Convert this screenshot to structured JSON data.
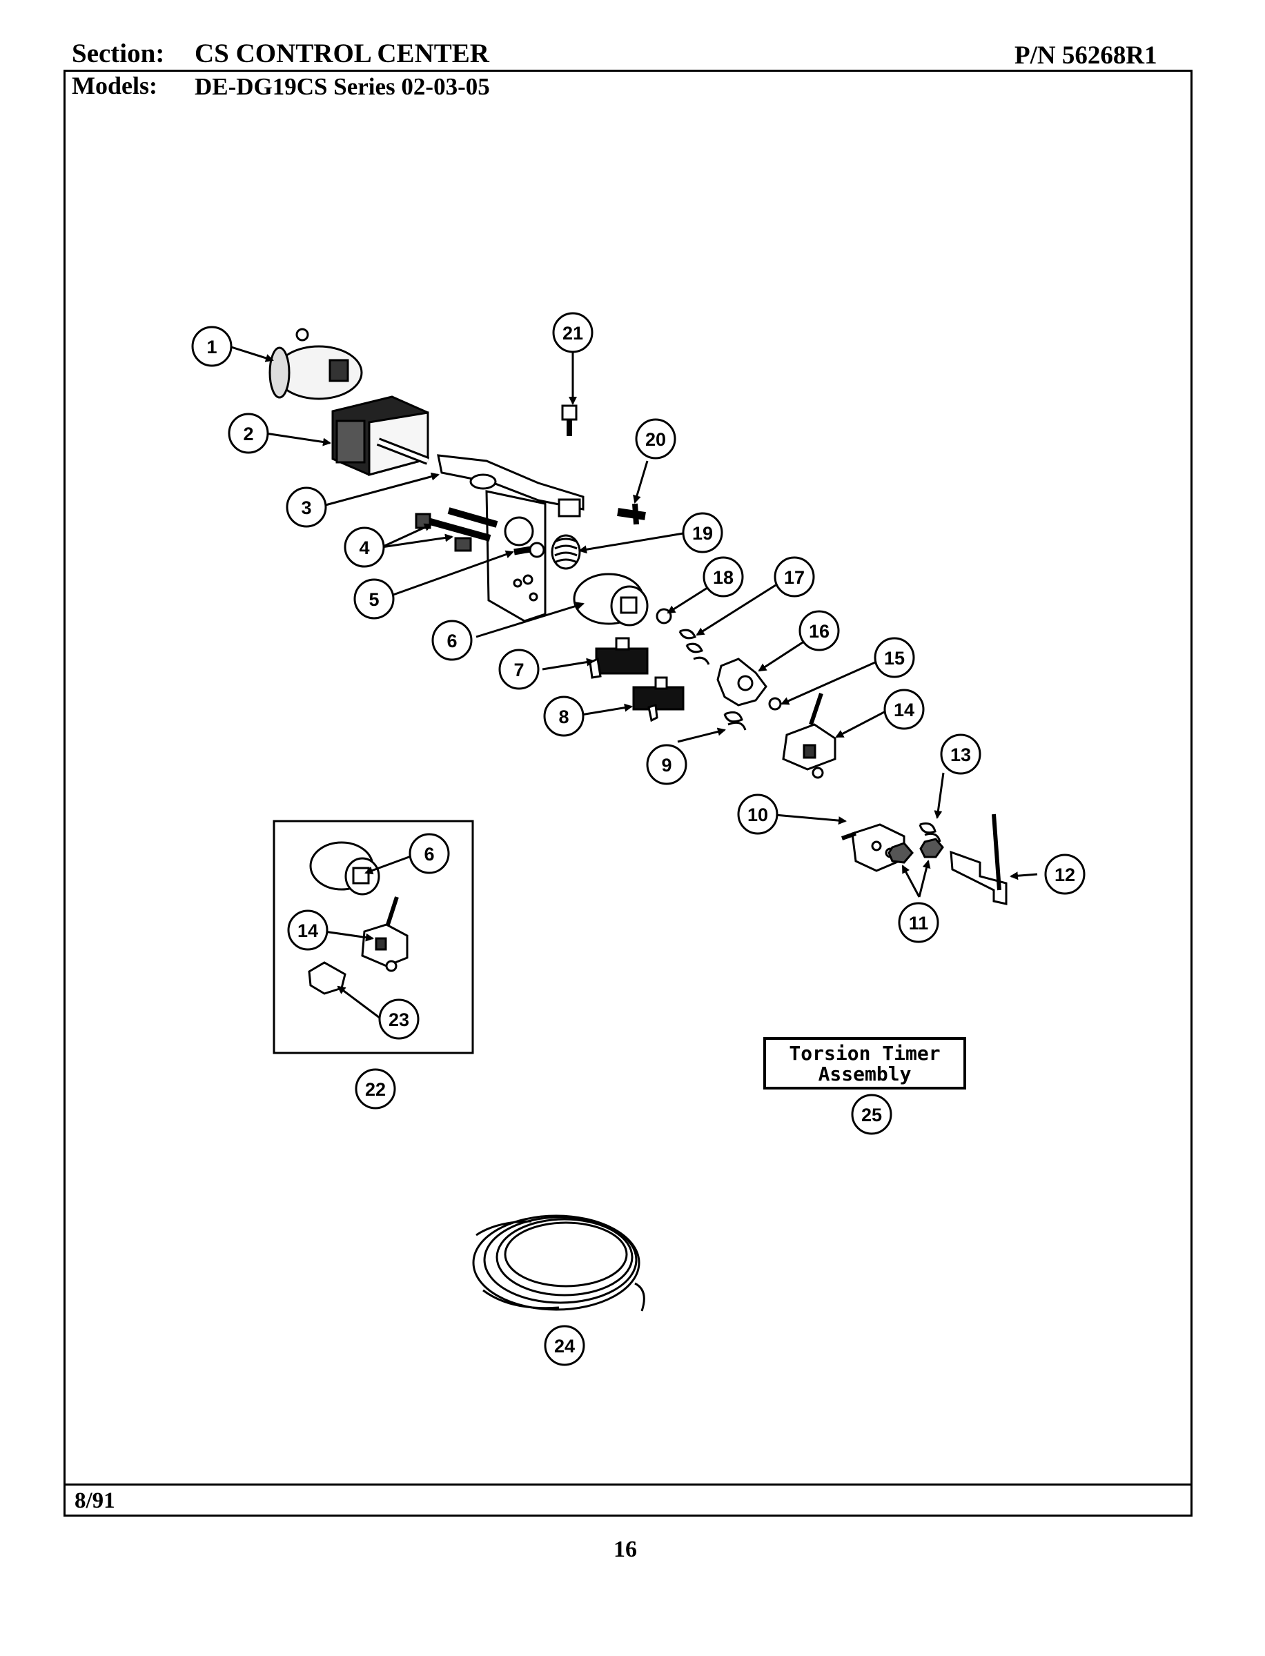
{
  "header": {
    "section_label": "Section:",
    "section_value": "CS CONTROL CENTER",
    "part_number": "P/N 56268R1",
    "models_label": "Models:",
    "models_value": "DE-DG19CS  Series 02-03-05"
  },
  "diagram": {
    "callouts": [
      "1",
      "2",
      "3",
      "4",
      "5",
      "6",
      "7",
      "8",
      "9",
      "10",
      "11",
      "12",
      "13",
      "14",
      "15",
      "16",
      "17",
      "18",
      "19",
      "20",
      "21",
      "22",
      "23",
      "24",
      "25"
    ],
    "inset_callouts": [
      "6",
      "14",
      "23"
    ],
    "assembly_box": {
      "line1": "Torsion Timer",
      "line2": "Assembly"
    }
  },
  "footer": {
    "date": "8/91",
    "page_number": "16"
  }
}
